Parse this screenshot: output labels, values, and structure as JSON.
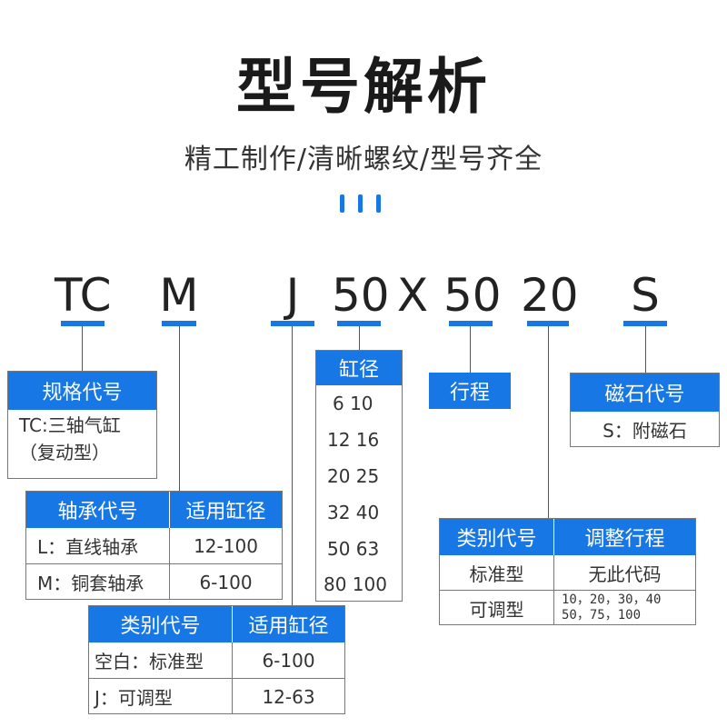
{
  "header": {
    "title": "型号解析",
    "subtitle": "精工制作/清晰螺纹/型号齐全"
  },
  "code": {
    "parts": [
      "TC",
      "M",
      "J",
      "50",
      "X",
      "50",
      "20",
      "S"
    ]
  },
  "spec_box": {
    "head": "规格代号",
    "line1": "TC:三轴气缸",
    "line2": "（复动型）"
  },
  "bearing_table": {
    "headers": [
      "轴承代号",
      "适用缸径"
    ],
    "rows": [
      [
        "L：直线轴承",
        "12-100"
      ],
      [
        "M：铜套轴承",
        "6-100"
      ]
    ]
  },
  "type_table": {
    "headers": [
      "类别代号",
      "适用缸径"
    ],
    "rows": [
      [
        "空白：标准型",
        "6-100"
      ],
      [
        "J：可调型",
        "12-63"
      ]
    ]
  },
  "bore_box": {
    "head": "缸径",
    "rows": [
      "6 10",
      "12 16",
      "20 25",
      "32 40",
      "50 63",
      "80 100"
    ]
  },
  "stroke_box": {
    "head": "行程"
  },
  "magnet_box": {
    "head": "磁石代号",
    "line1": "S：附磁石"
  },
  "adjust_table": {
    "headers": [
      "类别代号",
      "调整行程"
    ],
    "rows": [
      [
        "标准型",
        "无此代码"
      ],
      [
        "可调型",
        "10，20，30，40",
        "50，75，100"
      ]
    ]
  }
}
